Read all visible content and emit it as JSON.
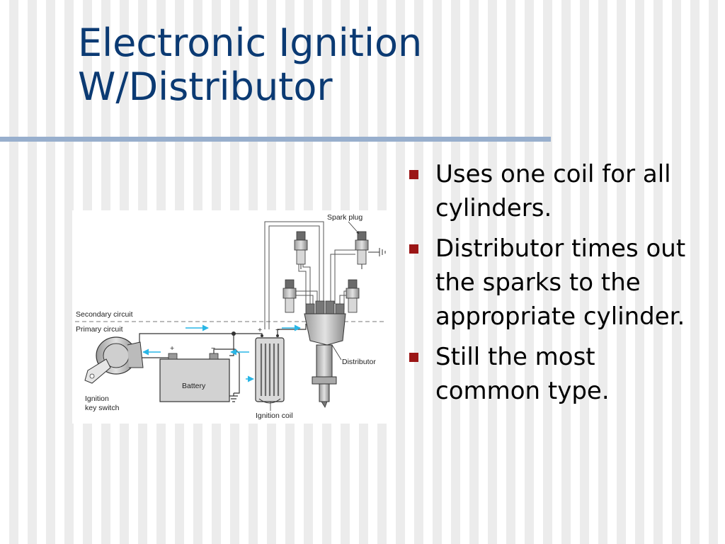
{
  "slide": {
    "title_line1": "Electronic Ignition",
    "title_line2": "W/Distributor",
    "accent_color": "#0b3a73",
    "bullet_color": "#9b1616",
    "rule_color": "#98afcd"
  },
  "diagram": {
    "labels": {
      "spark_plug": "Spark plug",
      "secondary_circuit": "Secondary circuit",
      "primary_circuit": "Primary circuit",
      "distributor": "Distributor",
      "battery": "Battery",
      "ignition_key_switch_line1": "Ignition",
      "ignition_key_switch_line2": "key switch",
      "ignition_coil": "Ignition coil",
      "plus": "+",
      "minus": "−"
    },
    "flow_arrow_color": "#29b6e6"
  },
  "bullets": [
    {
      "text": "Uses one coil for all cylinders."
    },
    {
      "text": "Distributor times out the sparks to the appropriate cylinder."
    },
    {
      "text": "Still the most common type."
    }
  ]
}
